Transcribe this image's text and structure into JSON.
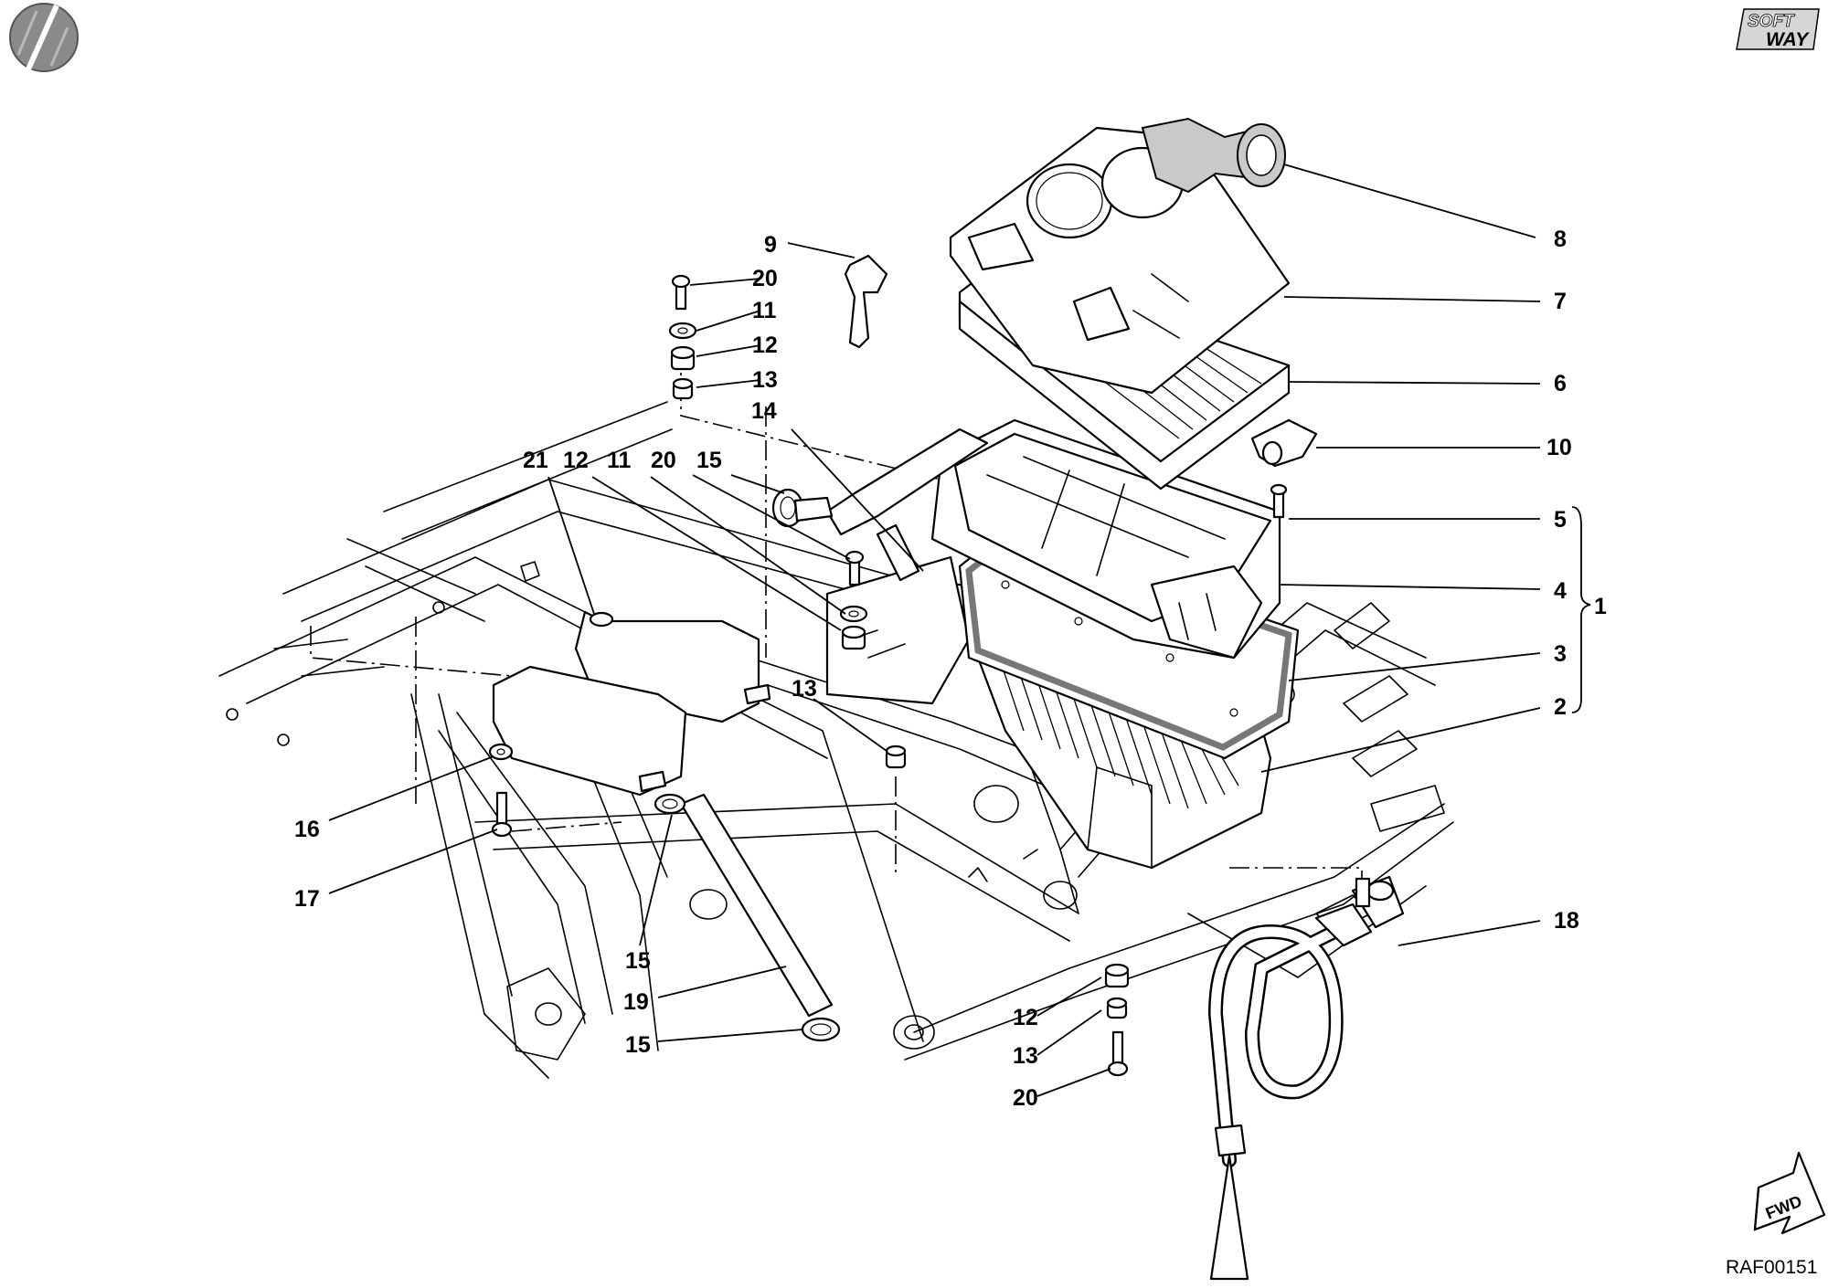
{
  "brand": {
    "logo_text": "SOFT WAY",
    "logo_line1": "SOFT",
    "logo_line2": "WAY"
  },
  "fwd_label": "FWD",
  "document_code": "RAF00151",
  "callouts": {
    "c1": "1",
    "c2": "2",
    "c3": "3",
    "c4": "4",
    "c5": "5",
    "c6": "6",
    "c7": "7",
    "c8": "8",
    "c9": "9",
    "c10": "10",
    "c20a": "20",
    "c11a": "11",
    "c12a": "12",
    "c13a": "13",
    "c14": "14",
    "c21": "21",
    "c12b": "12",
    "c11b": "11",
    "c20b": "20",
    "c15a": "15",
    "c13b": "13",
    "c16": "16",
    "c17": "17",
    "c15b": "15",
    "c19": "19",
    "c15c": "15",
    "c18": "18",
    "c12c": "12",
    "c13c": "13",
    "c20c": "20"
  }
}
